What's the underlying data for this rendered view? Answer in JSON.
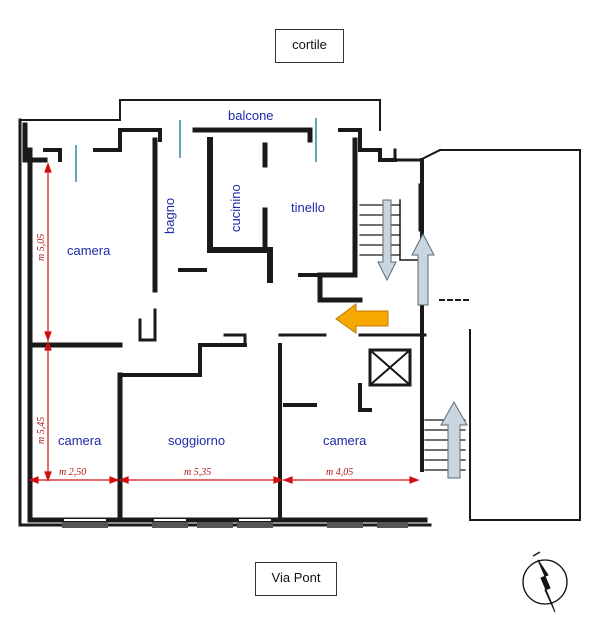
{
  "labels": {
    "cortile": "cortile",
    "via": "Via Pont"
  },
  "rooms": {
    "balcone": "balcone",
    "bagno": "bagno",
    "cucinino": "cucinino",
    "tinello": "tinello",
    "camera_top": "camera",
    "camera_bottom_left": "camera",
    "soggiorno": "soggiorno",
    "camera_bottom_right": "camera"
  },
  "dimensions": {
    "left_upper": "m 5,05",
    "left_lower": "m 5,45",
    "bottom_1": "m 2,50",
    "bottom_2": "m 5,35",
    "bottom_3": "m 4,05"
  },
  "colors": {
    "wall": "#1a1a1a",
    "dimension": "#d01010",
    "room_text": "#1f2aa8",
    "entrance_arrow": "#f5a800",
    "stair_arrow": "#c9d6df"
  },
  "icons": {
    "compass": "compass-icon",
    "entrance": "entrance-arrow-icon"
  }
}
